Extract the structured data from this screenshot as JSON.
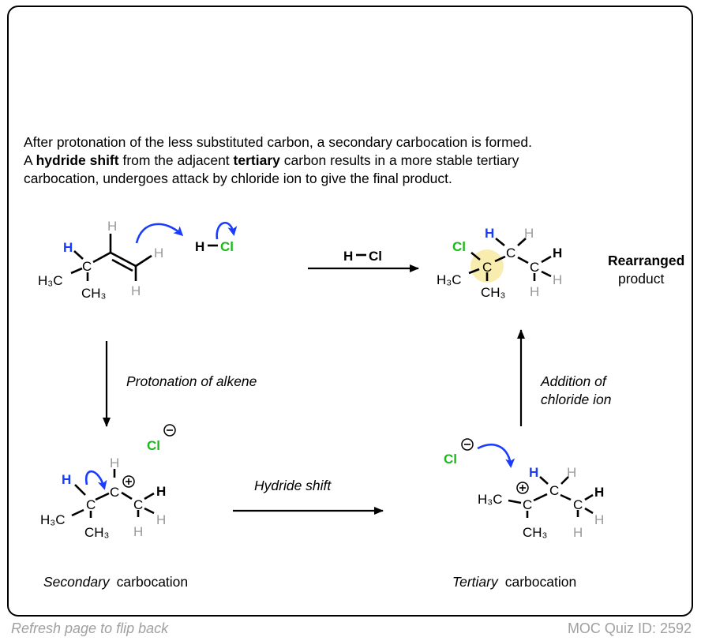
{
  "description": {
    "line1": "After protonation of the less substituted carbon, a secondary carbocation is formed.",
    "line2_a": "A ",
    "line2_b": "hydride shift",
    "line2_c": " from the adjacent ",
    "line2_d": "tertiary",
    "line2_e": " carbon results in a more stable tertiary",
    "line3": "carbocation, undergoes attack by chloride ion to give the final product."
  },
  "atoms": {
    "H": "H",
    "C": "C",
    "Cl": "Cl",
    "H3C": "H₃C",
    "CH3": "CH₃",
    "HCl_H": "H",
    "HCl_Cl": "Cl",
    "plus": "+",
    "minus": "−"
  },
  "arrows": {
    "top_reagent_H": "H",
    "top_reagent_Cl": "Cl",
    "protonation": "Protonation of alkene",
    "hydride_shift": "Hydride shift",
    "addition_line1": "Addition of",
    "addition_line2": "chloride ion"
  },
  "labels": {
    "product_bold": "Rearranged",
    "product": "product",
    "secondary_italic": "Secondary",
    "secondary_rest": "carbocation",
    "tertiary_italic": "Tertiary",
    "tertiary_rest": "carbocation"
  },
  "footer": {
    "flip_back": "Refresh page to flip back",
    "quiz_id": "MOC Quiz ID: 2592"
  },
  "colors": {
    "hydrogen_highlight": "#1a3cff",
    "chlorine": "#19b919",
    "gray_h": "#9a9a9a",
    "highlight_circle": "#f7eaa0"
  }
}
